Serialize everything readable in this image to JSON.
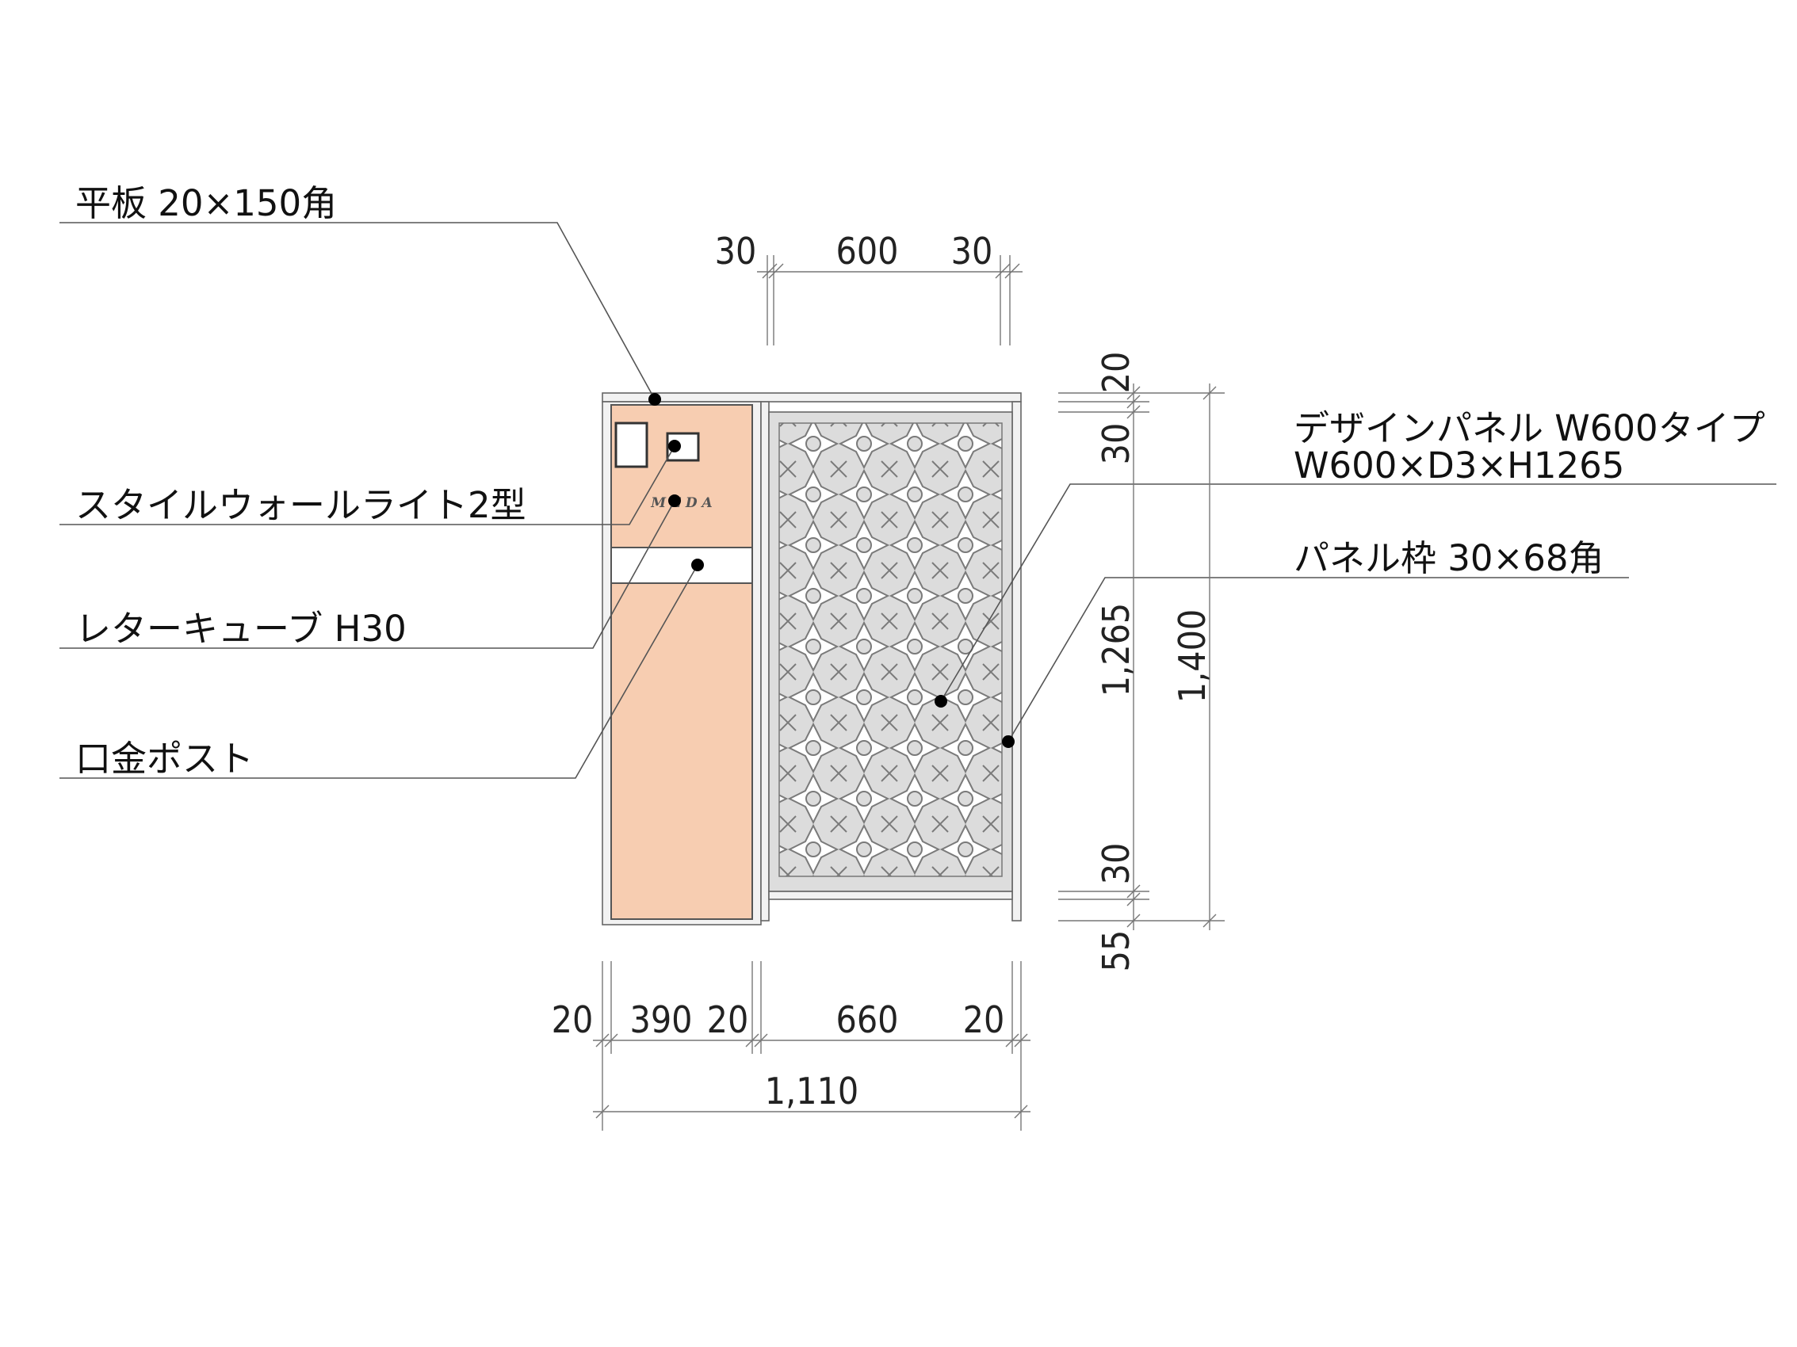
{
  "labels": {
    "flat_plate": "平板 20×150角",
    "wall_light": "スタイルウォールライト2型",
    "letter_cube": "レターキューブ H30",
    "post": "口金ポスト",
    "design_panel_line1": "デザインパネル W600タイプ",
    "design_panel_line2": "W600×D3×H1265",
    "panel_frame": "パネル枠 30×68角"
  },
  "nameplate": "M E D A",
  "dimensions": {
    "top": [
      "30",
      "600",
      "30"
    ],
    "bottom": [
      "20",
      "390",
      "20",
      "660",
      "20"
    ],
    "total_width": "1,110",
    "right_inner": [
      "20",
      "30",
      "1,265",
      "30",
      "55"
    ],
    "right_total": "1,400"
  },
  "colors": {
    "wall_fill": "#f7cdb1",
    "frame_fill": "#f2f2f2",
    "panel_fill": "#dddddd",
    "leader_dot": "#000000"
  }
}
